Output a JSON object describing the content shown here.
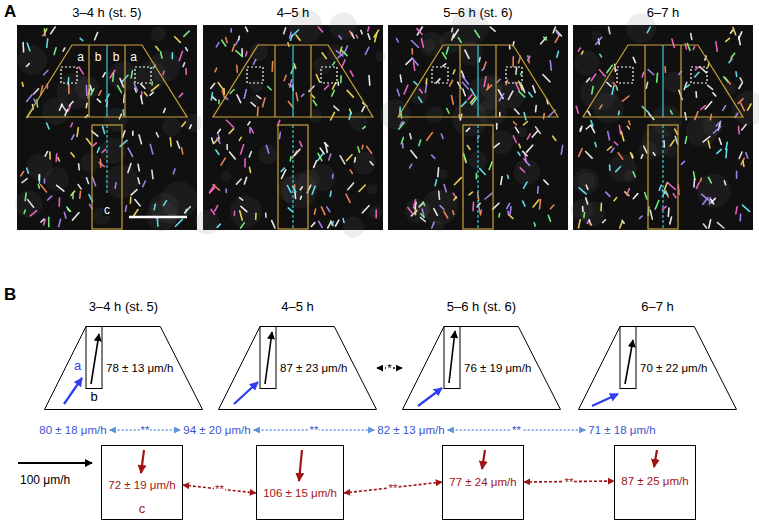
{
  "diagram": {
    "nodes": [
      {
        "text": [
          "a",
          "b",
          "78 ± 13 μm/h"
        ]
      },
      {
        "text": [
          "87 ± 23 μm/h"
        ]
      },
      {
        "text": [
          "76 ± 19 μm/h"
        ]
      },
      {
        "text": [
          "70 ± 22 μm/h"
        ]
      },
      {
        "text": [
          "72 ± 19 μm/h",
          "c"
        ]
      },
      {
        "text": [
          "106 ± 15 μm/h"
        ]
      },
      {
        "text": [
          "77 ± 24 μm/h"
        ]
      },
      {
        "text": [
          "87 ± 25 μm/h"
        ]
      }
    ],
    "edges": [
      {
        "from": 1,
        "to": 2,
        "label": "*",
        "arrow": "both"
      },
      {
        "from": 4,
        "to": 5,
        "label": "**",
        "arrow": "both"
      },
      {
        "from": 5,
        "to": 6,
        "label": "**",
        "arrow": "both"
      },
      {
        "from": 6,
        "to": 7,
        "label": "**",
        "arrow": "both"
      }
    ],
    "labels": [
      "A",
      "3–4 h (st. 5)",
      "4–5 h",
      "5–6 h (st. 6)",
      "6–7 h",
      "a",
      "b",
      "b",
      "a",
      "c",
      "B",
      "3–4 h (st. 5)",
      "4–5 h",
      "5–6 h (st. 6)",
      "6–7 h",
      "80 ± 18 μm/h",
      "**",
      "94 ± 20 μm/h",
      "**",
      "82 ± 13 μm/h",
      "**",
      "71 ± 18 μm/h",
      "100 μm/h"
    ]
  }
}
